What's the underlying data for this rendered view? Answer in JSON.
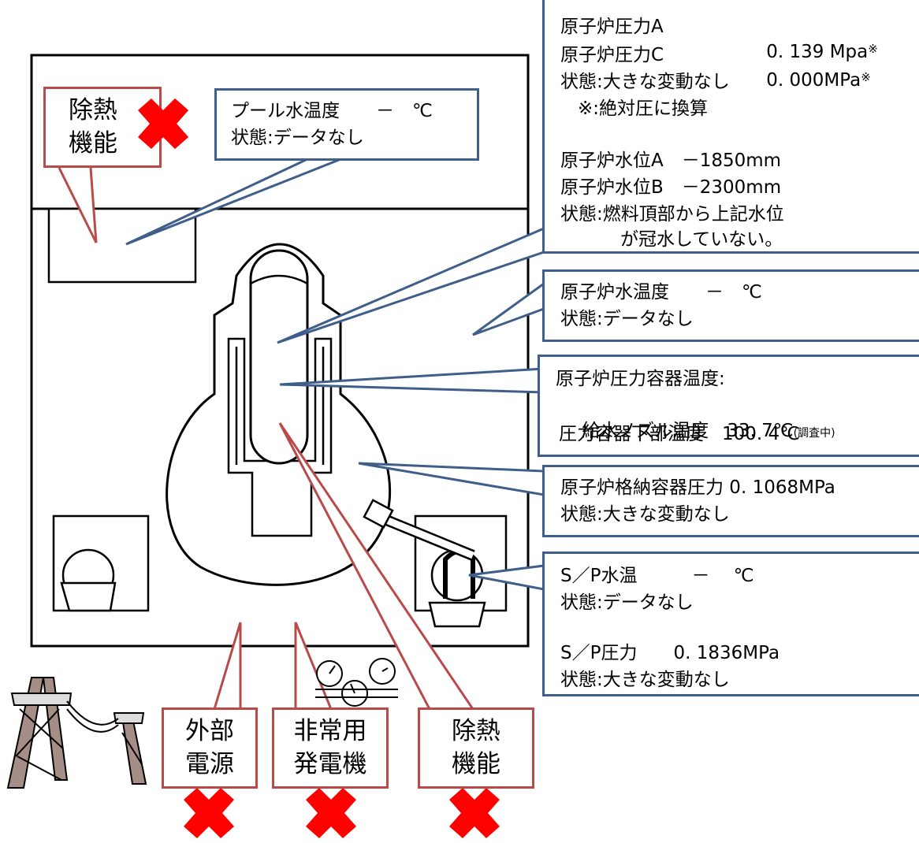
{
  "pool_panel": {
    "line1": "プール水温度　　－　℃",
    "line2": "状態:データなし"
  },
  "pressure_panel": {
    "pressure_a_label": "原子炉圧力A",
    "pressure_a_value": "0. 139 Mpa",
    "pressure_c_label": "原子炉圧力C",
    "pressure_c_value": "0. 000MPa",
    "mark": "※",
    "state": "状態:大きな変動なし",
    "note": "※:絶対圧に換算",
    "level_a": "原子炉水位A　－1850mm",
    "level_b": "原子炉水位B　－2300mm",
    "level_state_1": "状態:燃料頂部から上記水位",
    "level_state_2": "が冠水していない。"
  },
  "water_temp_panel": {
    "line1": "原子炉水温度　　－　℃",
    "line2": "状態:データなし"
  },
  "vessel_temp_panel": {
    "line1": "原子炉圧力容器温度:",
    "line2": "給水ノズル温度　33. 7℃",
    "line2_note": "(調査中)",
    "line3": "圧力容器下部温度　100. 4℃"
  },
  "containment_panel": {
    "line1": "原子炉格納容器圧力 0. 1068MPa",
    "line2": "状態:大きな変動なし"
  },
  "sp_panel": {
    "temp": "S／P水温　　　－　 ℃",
    "temp_state": "状態:データなし",
    "pressure": "S／P圧力　　0. 1836MPa",
    "pressure_state": "状態:大きな変動なし"
  },
  "callouts": {
    "heat_removal_top": "除熱\n機能",
    "external_power": "外部\n電源",
    "emergency_generator": "非常用\n発電機",
    "heat_removal_bottom": "除熱\n機能"
  },
  "colors": {
    "panel_border": "#3f5f8a",
    "callout_border": "#b84a4a",
    "cross": "#ff0000"
  }
}
